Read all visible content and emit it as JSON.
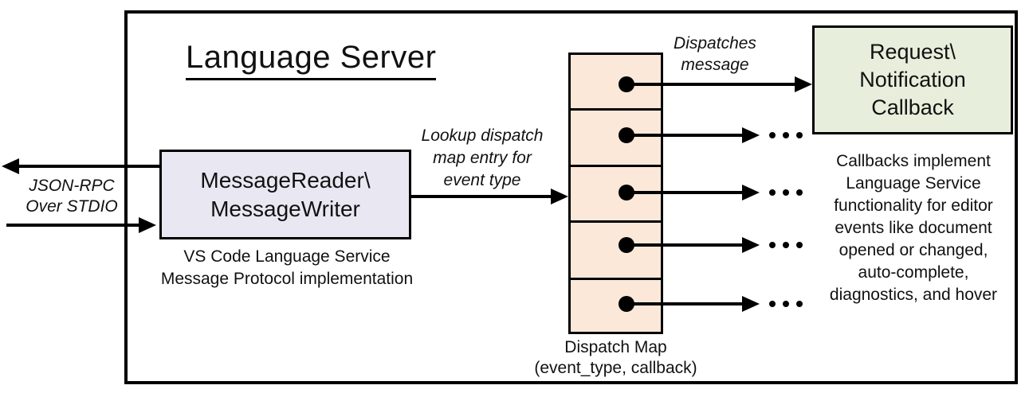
{
  "diagram": {
    "title": "Language Server",
    "stdio_label": "JSON-RPC\nOver STDIO",
    "message_box": {
      "text": "MessageReader\\\nMessageWriter",
      "caption": "VS Code Language Service\nMessage Protocol implementation",
      "fill": "#E9E8F2"
    },
    "lookup_label": "Lookup dispatch\nmap entry for\nevent type",
    "dispatches_label": "Dispatches\nmessage",
    "dispatch_map": {
      "caption": "Dispatch Map\n(event_type, callback)",
      "fill": "#FBE8D9",
      "row_count": 5
    },
    "callback_box": {
      "text": "Request\\\nNotification\nCallback",
      "fill": "#E7EEDC"
    },
    "callbacks_note": "Callbacks implement\nLanguage Service\nfunctionality for editor\nevents like document\nopened or changed,\nauto-complete,\ndiagnostics, and hover",
    "colors": {
      "line": "#000000"
    }
  }
}
